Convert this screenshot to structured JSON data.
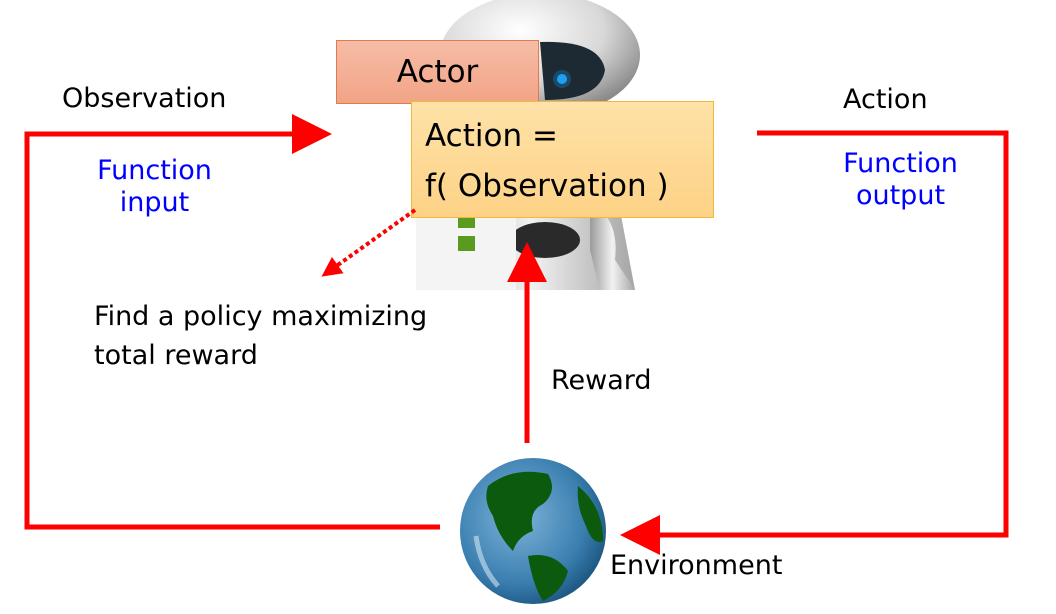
{
  "diagram": {
    "title": "Reinforcement learning: Actor and Environment loop",
    "actor": {
      "label": "Actor",
      "function_line1": "Action =",
      "function_line2": "f( Observation )",
      "icon": "robot-icon"
    },
    "environment": {
      "label": "Environment",
      "icon": "globe-icon"
    },
    "observation": {
      "label": "Observation",
      "note_line1": "Function",
      "note_line2": "input"
    },
    "action": {
      "label": "Action",
      "note_line1": "Function",
      "note_line2": "output"
    },
    "reward": {
      "label": "Reward"
    },
    "goal": {
      "line1": "Find a policy maximizing",
      "line2": "total reward"
    },
    "colors": {
      "arrow": "#ff0000",
      "note_text": "#0000ff",
      "actor_box": "#f4ae92",
      "function_box": "#fdd891"
    }
  }
}
